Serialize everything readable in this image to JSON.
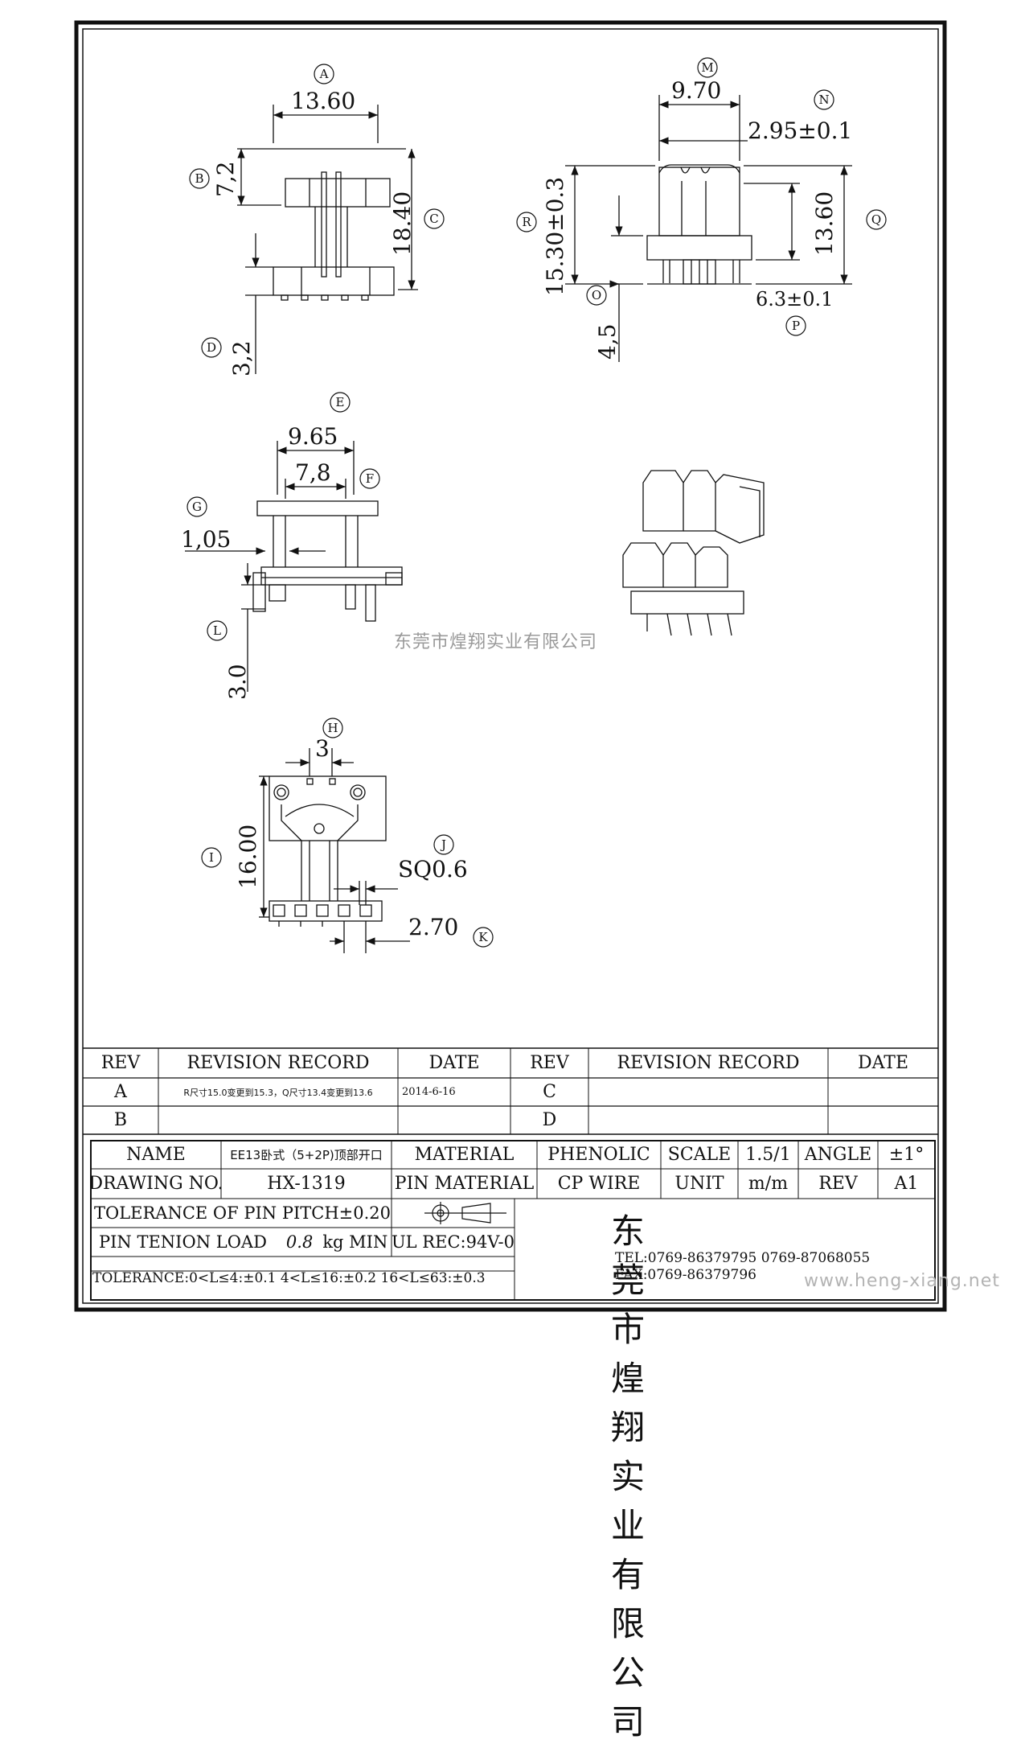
{
  "drawing": {
    "labels": {
      "A": "A",
      "B": "B",
      "C": "C",
      "D": "D",
      "E": "E",
      "F": "F",
      "G": "G",
      "H": "H",
      "I": "I",
      "J": "J",
      "K": "K",
      "L": "L",
      "M": "M",
      "N": "N",
      "O": "O",
      "P": "P",
      "Q": "Q",
      "R": "R"
    },
    "dims": {
      "A": "13.60",
      "B": "7,2",
      "C": "18.40",
      "D": "3,2",
      "M": "9.70",
      "N": "2.95±0.1",
      "R": "15.30±0.3",
      "Q": "13.60",
      "O": "4,5",
      "P": "6.3±0.1",
      "E": "9.65",
      "F": "7,8",
      "G": "1,05",
      "L": "3.0",
      "H": "3",
      "I": "16.00",
      "J": "SQ0.6",
      "K": "2.70"
    }
  },
  "watermark": "东莞市煌翔实业有限公司",
  "revision_table": {
    "headers": [
      "REV",
      "REVISION RECORD",
      "DATE",
      "REV",
      "REVISION RECORD",
      "DATE"
    ],
    "rows": [
      {
        "rev_left": "A",
        "record_left": "R尺寸15.0变更到15.3，Q尺寸13.4变更到13.6",
        "date_left": "2014-6-16",
        "rev_right": "C",
        "record_right": "",
        "date_right": ""
      },
      {
        "rev_left": "B",
        "record_left": "",
        "date_left": "",
        "rev_right": "D",
        "record_right": "",
        "date_right": ""
      }
    ]
  },
  "title_block": {
    "name_label": "NAME",
    "name_value": "EE13卧式（5+2P)顶部开口",
    "material_label": "MATERIAL",
    "material_value": "PHENOLIC",
    "scale_label": "SCALE",
    "scale_value": "1.5/1",
    "angle_label": "ANGLE",
    "angle_value": "±1°",
    "drawing_no_label": "DRAWING NO.",
    "drawing_no_value": "HX-1319",
    "pin_material_label": "PIN MATERIAL",
    "pin_material_value": "CP WIRE",
    "unit_label": "UNIT",
    "unit_value": "m/m",
    "rev_label": "REV",
    "rev_value": "A1",
    "tolerance_pitch": "TOLERANCE OF PIN PITCH±0.20",
    "pin_tension_label": "PIN TENION LOAD",
    "pin_tension_value": "0.8",
    "pin_tension_unit": "kg MIN",
    "ul_rec": "UL REC:94V-0",
    "tolerance_ranges": "TOLERANCE:0<L≤4:±0.1  4<L≤16:±0.2  16<L≤63:±0.3",
    "company_name": "东莞市煌翔实业有限公司",
    "tel": "TEL:0769-86379795    0769-87068055",
    "fax": "FAX:0769-86379796"
  },
  "website": "www.heng-xiang.net"
}
